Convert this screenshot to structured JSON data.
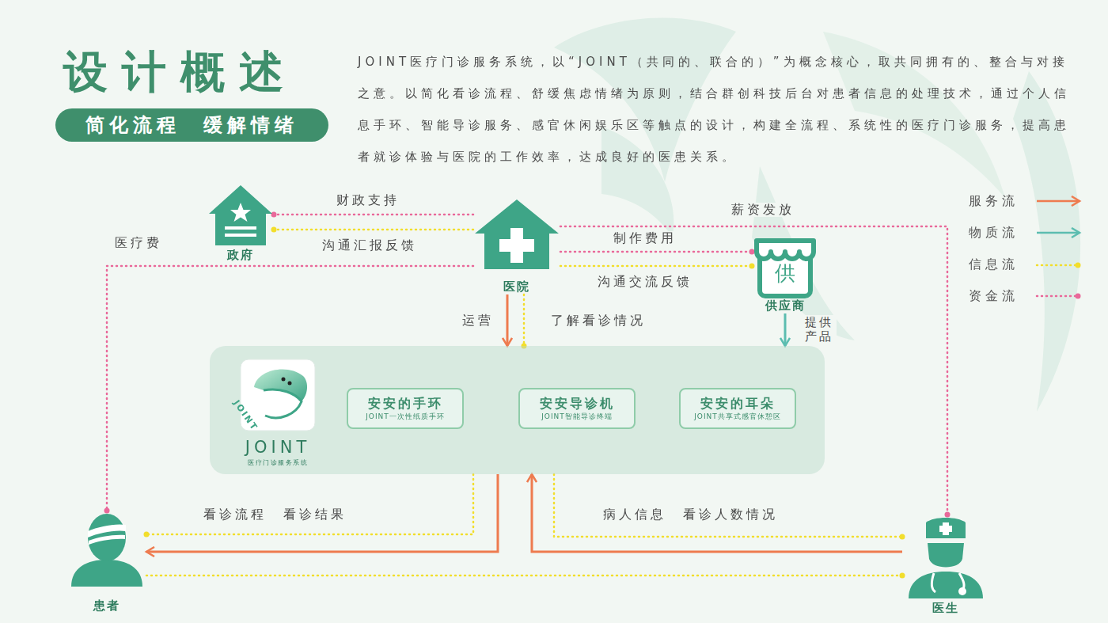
{
  "diagram": {
    "title": "设计概述",
    "nodes": [
      {
        "text": [
          "简化流程 缓解情绪"
        ]
      },
      {
        "text": [
          "政府"
        ]
      },
      {
        "text": [
          "医院"
        ]
      },
      {
        "text": [
          "供",
          "供应商"
        ]
      },
      {
        "text": [
          "JOINT",
          "医疗门诊服务系统"
        ]
      },
      {
        "text": [
          "安安的手环",
          "JOINT一次性纸质手环"
        ],
        "in": 4
      },
      {
        "text": [
          "安安导诊机",
          "JOINT智能导诊终端"
        ],
        "in": 4
      },
      {
        "text": [
          "安安的耳朵",
          "JOINT共享式感官休憩区"
        ],
        "in": 4
      },
      {
        "text": [
          "患者"
        ]
      },
      {
        "text": [
          "医生"
        ]
      }
    ],
    "edges": [
      {
        "from": 2,
        "to": 1,
        "label": "财政支持",
        "arrow": "to"
      },
      {
        "from": 2,
        "to": 1,
        "label": "沟通汇报反馈",
        "arrow": "to"
      },
      {
        "from": 2,
        "to": 9,
        "label": "薪资发放",
        "arrow": "to"
      },
      {
        "from": 2,
        "to": 3,
        "label": "制作费用",
        "arrow": "to"
      },
      {
        "from": 2,
        "to": 3,
        "label": "沟通交流反馈",
        "arrow": "to"
      },
      {
        "from": 3,
        "to": 4,
        "label": "提供产品",
        "arrow": "to"
      },
      {
        "from": 2,
        "to": 4,
        "label": "运营",
        "arrow": "to"
      },
      {
        "from": 2,
        "to": 4,
        "label": "了解看诊情况",
        "arrow": "to"
      },
      {
        "from": 2,
        "to": 8,
        "label": "医疗费",
        "arrow": "to"
      },
      {
        "from": 4,
        "to": 8,
        "label": "看诊流程 看诊结果",
        "arrow": "to"
      },
      {
        "from": 4,
        "to": 8,
        "arrow": "to"
      },
      {
        "from": 9,
        "to": 4,
        "arrow": "to"
      },
      {
        "from": 4,
        "to": 9,
        "label": "病人信息 看诊人数情况",
        "arrow": "to"
      },
      {
        "from": 8,
        "to": 9,
        "arrow": "to"
      }
    ],
    "labels": [
      "JOINT医疗门诊服务系统，以“JOINT（共同的、联合的）”为概念核心，取共同拥有的、整合与对接之意。以简化看诊流程、舒缓焦虑情绪为原则，结合群创科技后台对患者信息的处理技术，通过个人信息手环、智能导诊服务、感官休闲娱乐区等触点的设计，构建全流程、系统性的医疗门诊服务，提高患者就诊体验与医院的工作效率，达成良好的医患关系。",
      "JOINT"
    ],
    "legend": [
      {
        "text": "服务流"
      },
      {
        "text": "物质流"
      },
      {
        "text": "信息流"
      },
      {
        "text": "资金流"
      }
    ]
  }
}
